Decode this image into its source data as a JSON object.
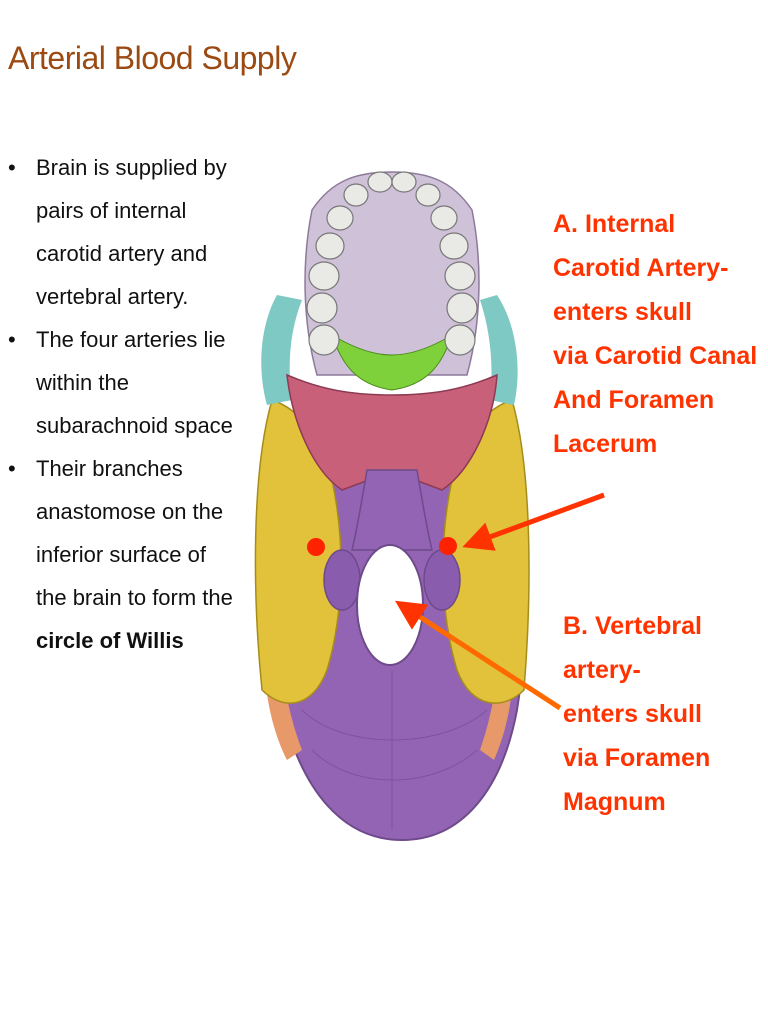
{
  "slide": {
    "title": "Arterial Blood Supply",
    "bullets": [
      {
        "lines": [
          "Brain is supplied by",
          "pairs of internal",
          "carotid artery and",
          "vertebral artery."
        ]
      },
      {
        "lines": [
          "The four arteries lie",
          "within the",
          "subarachnoid space"
        ]
      },
      {
        "lines": [
          "Their branches",
          "anastomose on the",
          "inferior surface of",
          "the brain to form the"
        ],
        "bold_line": "circle of Willis"
      }
    ]
  },
  "labels": {
    "a": [
      "A. Internal",
      "Carotid Artery-",
      "enters skull",
      "via Carotid Canal",
      "And Foramen",
      "Lacerum"
    ],
    "b": [
      "B. Vertebral",
      "artery-",
      "enters skull",
      "via Foramen",
      "Magnum"
    ]
  },
  "colors": {
    "title": "#9a4a12",
    "annotation": "#ff3300",
    "occipital": "#9364b4",
    "temporal": "#e2c23a",
    "sphenoid": "#c8607a",
    "palatine": "#7fd13b",
    "maxilla": "#cfc1d8",
    "zygomatic": "#7ec9c4"
  }
}
